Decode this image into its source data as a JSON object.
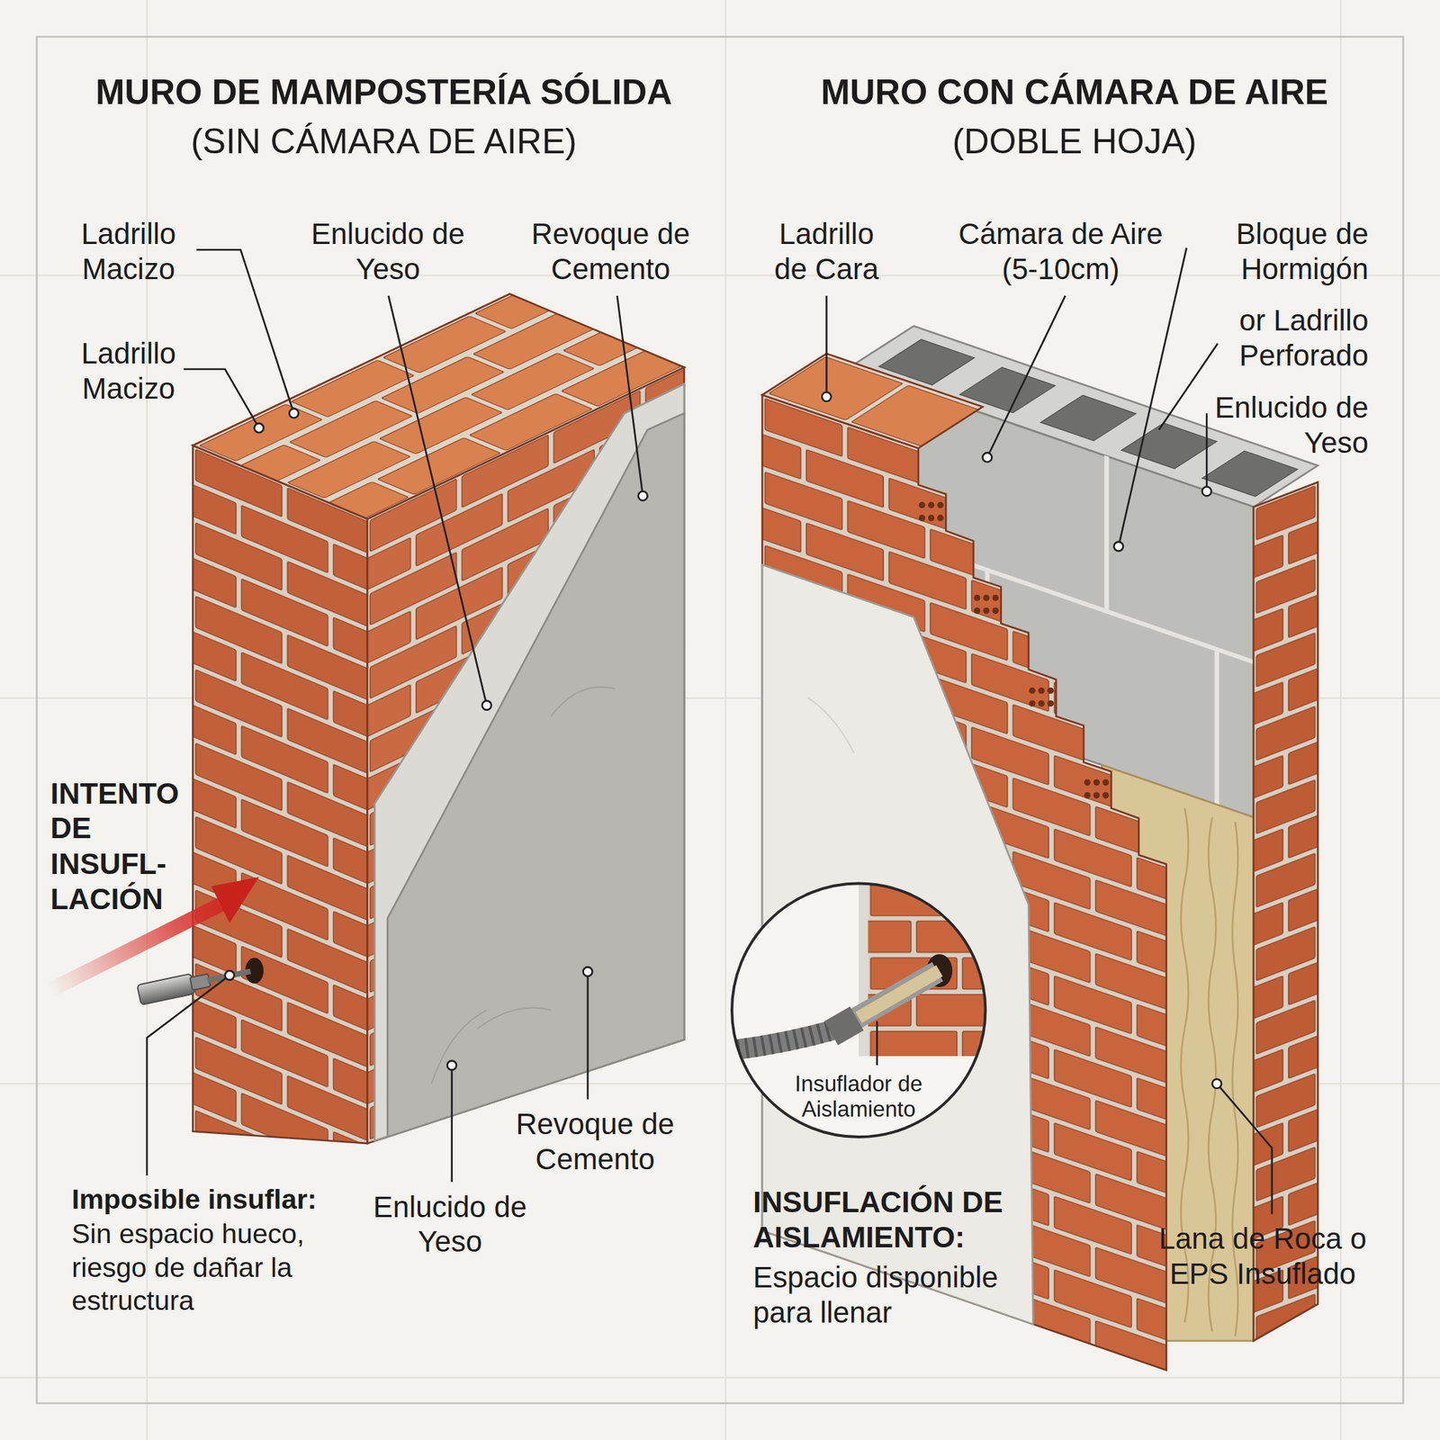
{
  "diagram": {
    "nodes": [
      {
        "text": [
          "Insuflador de Aislamiento"
        ]
      }
    ],
    "labels": [
      "MURO DE MAMPOSTERÍA SÓLIDA",
      "(SIN CÁMARA DE AIRE)",
      "Ladrillo Macizo",
      "Enlucido de Yeso",
      "Revoque de Cemento",
      "Ladrillo Macizo",
      "INTENTO DE INSUFL- LACIÓN",
      "Imposible insuflar:",
      "Sin espacio hueco, riesgo de dañar la estructura",
      "Enlucido de Yeso",
      "Revoque de Cemento",
      "MURO CON CÁMARA DE AIRE",
      "(DOBLE HOJA)",
      "Ladrillo de Cara",
      "Cámara de Aire (5-10cm)",
      "Bloque de Hormigón",
      "or Ladrillo Perforado",
      "Enlucido de Yeso",
      "INSUFLACIÓN DE AISLAMIENTO:",
      "Espacio disponible para llenar",
      "Lana de Roca o EPS Insuflado"
    ]
  }
}
